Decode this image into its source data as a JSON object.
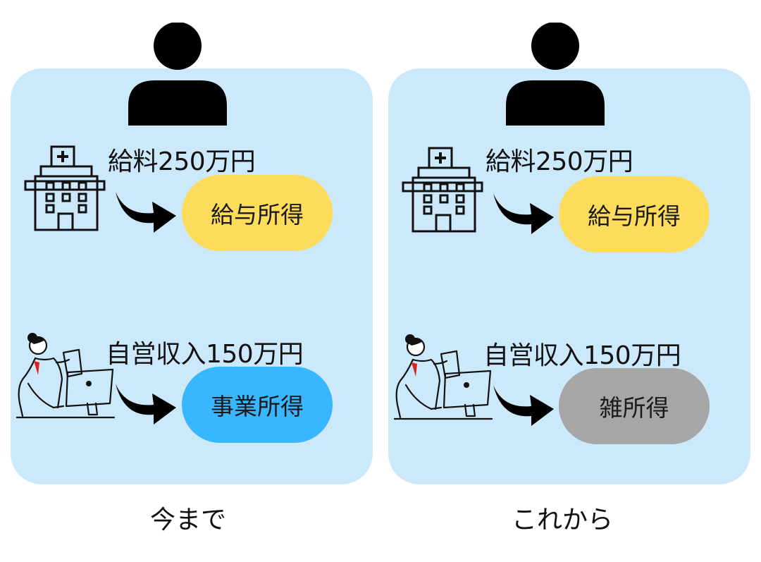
{
  "left": {
    "caption": "今まで",
    "salary_label": "給料250万円",
    "salary_pill": "給与所得",
    "business_label": "自営収入150万円",
    "business_pill": "事業所得"
  },
  "right": {
    "caption": "これから",
    "salary_label": "給料250万円",
    "salary_pill": "給与所得",
    "business_label": "自営収入150万円",
    "business_pill": "雑所得"
  },
  "colors": {
    "panel_bg": "#cce9fb",
    "salary_pill": "#fddc5c",
    "business_pill_left": "#38b6ff",
    "business_pill_right": "#a6a6a6"
  },
  "icons": [
    "person-icon",
    "hospital-icon",
    "curved-arrow-icon",
    "office-worker-icon"
  ]
}
